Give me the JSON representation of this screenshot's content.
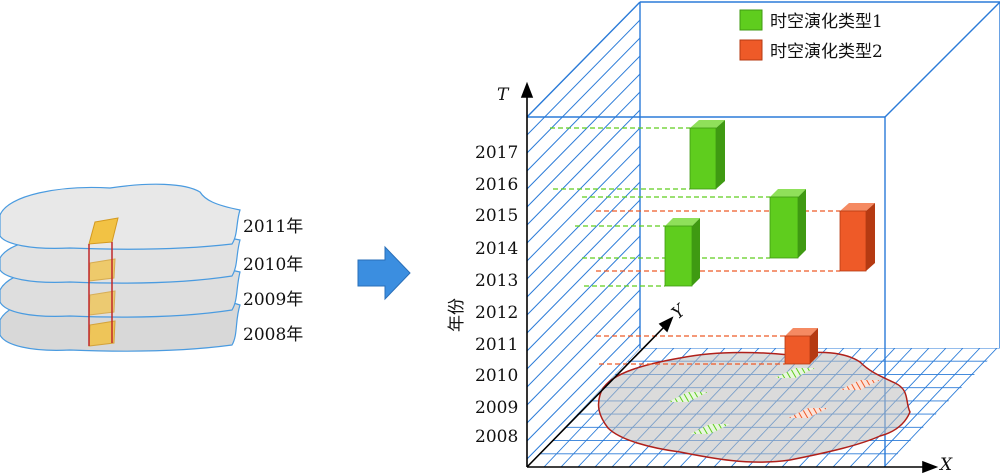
{
  "colors": {
    "type1": "#5fcd1e",
    "type1_side": "#3f9a12",
    "type2": "#ee5a28",
    "type2_side": "#b53a12",
    "frame": "#2b7bd8",
    "grid": "#2b7bd8",
    "layer": "#dcdcdc",
    "layer_stroke": "#4a9be0",
    "boundary": "#b0201a",
    "cell": "#f2c244",
    "arrow": "#3b8ee0"
  },
  "layers": {
    "labels": [
      "2011年",
      "2010年",
      "2009年",
      "2008年"
    ]
  },
  "cube": {
    "axis_t": "T",
    "axis_x": "X",
    "axis_y": "Y",
    "ylabel": "年份",
    "years": [
      "2017",
      "2016",
      "2015",
      "2014",
      "2013",
      "2012",
      "2011",
      "2010",
      "2009",
      "2008"
    ]
  },
  "legend": {
    "items": [
      {
        "label": "时空演化类型1",
        "color": "#5fcd1e"
      },
      {
        "label": "时空演化类型2",
        "color": "#ee5a28"
      }
    ]
  },
  "icons": {
    "arrow": "right-arrow-icon"
  }
}
